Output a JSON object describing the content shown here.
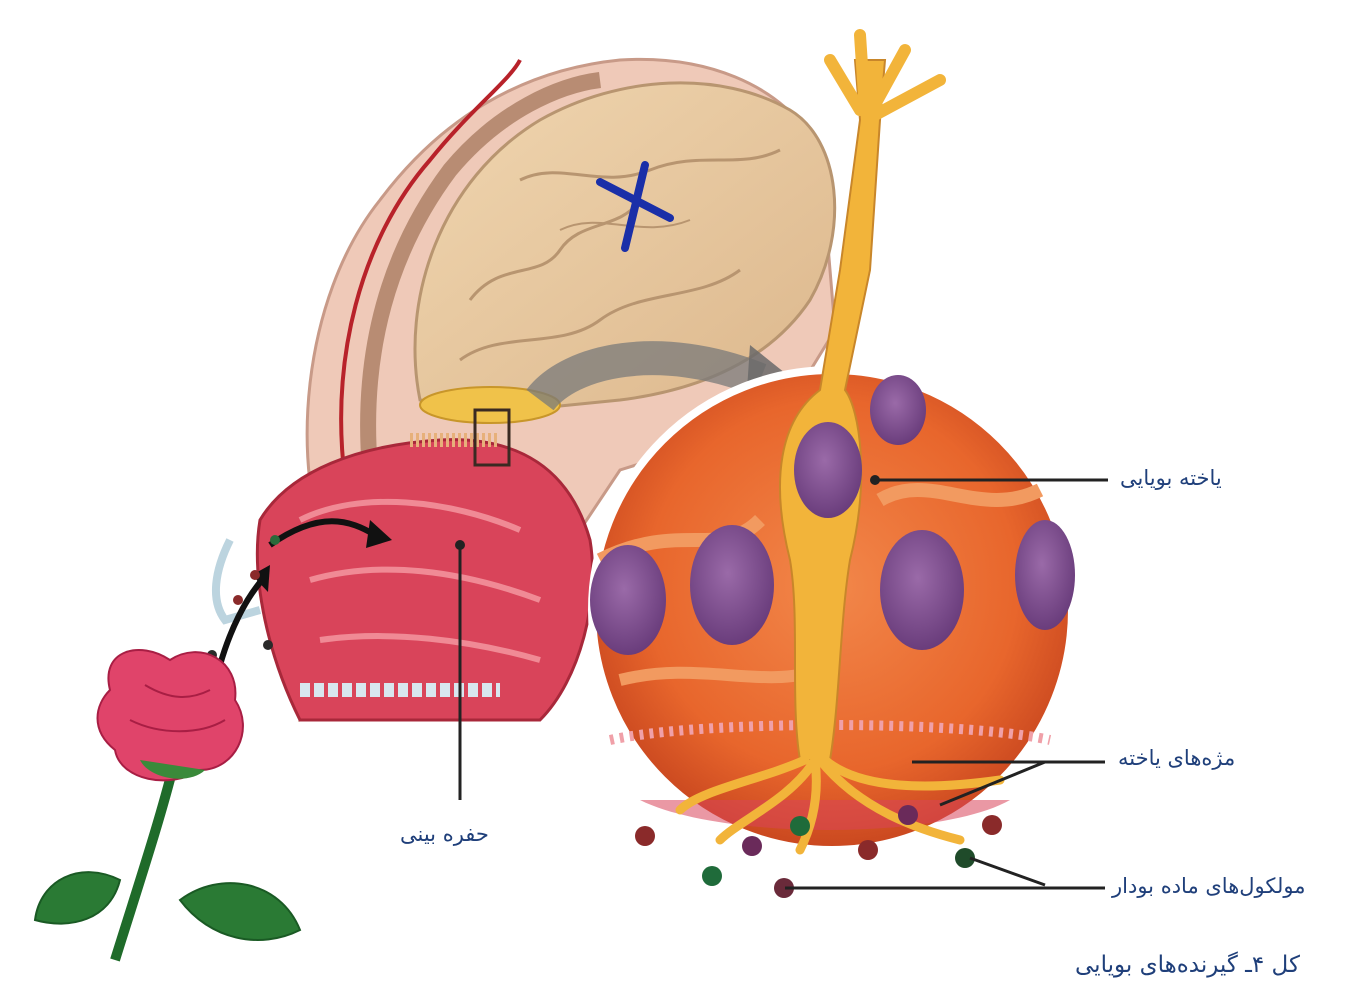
{
  "labels": {
    "olfactory_cell": "یاخته بویایی",
    "cell_cilia": "مژه‌های یاخته",
    "odor_molecules": "مولکول‌های ماده بودار",
    "nasal_cavity": "حفره بینی"
  },
  "caption": "کل ۴ـ گیرنده‌های بویایی",
  "colors": {
    "label_text": "#1f3f7a",
    "leader_line": "#222222",
    "brain": "#e8c9a0",
    "nasal_tissue": "#d9445a",
    "circle_tissue": "#e8662c",
    "neuron": "#f2b43a",
    "nucleus": "#7a4a8c",
    "cross_mark": "#1a2fa8",
    "flower": "#e0446a",
    "stem": "#1f6b2a"
  },
  "icons": [
    "cross-mark",
    "arrow"
  ]
}
